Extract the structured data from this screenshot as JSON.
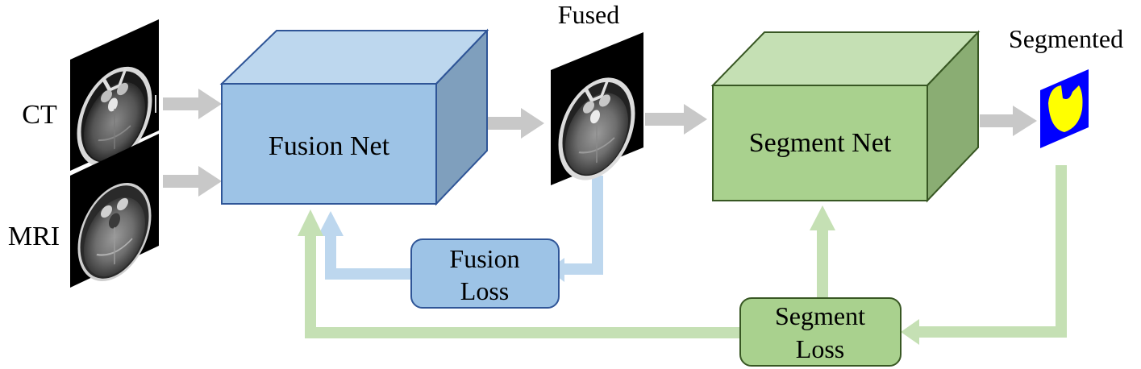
{
  "inputs": {
    "ct_label": "CT",
    "mri_label": "MRI"
  },
  "fusion_net": {
    "label": "Fusion Net"
  },
  "fused_output": {
    "label": "Fused"
  },
  "segment_net": {
    "label": "Segment Net"
  },
  "segmented_output": {
    "label": "Segmented"
  },
  "fusion_loss": {
    "line1": "Fusion",
    "line2": "Loss"
  },
  "segment_loss": {
    "line1": "Segment",
    "line2": "Loss"
  },
  "colors": {
    "fusion_blue_front": "#9dc3e6",
    "fusion_blue_top": "#bdd7ee",
    "fusion_blue_side": "#7f9fbd",
    "fusion_border": "#2f5597",
    "segment_green_front": "#a9d18e",
    "segment_green_top": "#c5e0b4",
    "segment_green_side": "#8aad73",
    "segment_border": "#385723",
    "flow_gray": "#c8c8c8",
    "loss_blue_arrow": "#bdd7ee",
    "loss_green_arrow": "#c5e0b4",
    "mask_background": "#0000ff",
    "mask_foreground": "#ffff00"
  }
}
